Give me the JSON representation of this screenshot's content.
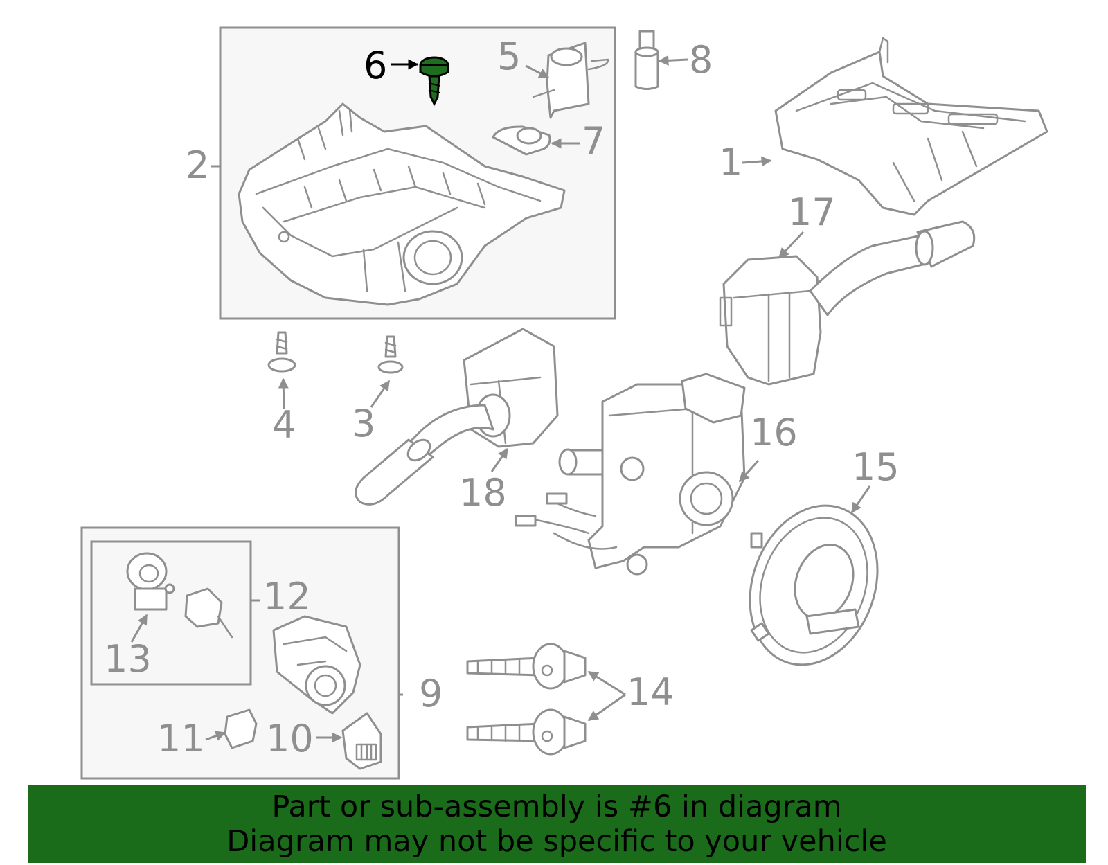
{
  "callouts": {
    "c1": "1",
    "c2": "2",
    "c3": "3",
    "c4": "4",
    "c5": "5",
    "c6": "6",
    "c7": "7",
    "c8": "8",
    "c9": "9",
    "c10": "10",
    "c11": "11",
    "c12": "12",
    "c13": "13",
    "c14": "14",
    "c15": "15",
    "c16": "16",
    "c17": "17",
    "c18": "18"
  },
  "highlighted_part": "6",
  "colors": {
    "highlight_part": "#1f6e1f",
    "banner_background": "#1a6b1a",
    "line_art": "#8f8f8f"
  },
  "banner": {
    "line1": "Part or sub-assembly is #6 in diagram",
    "line2": "Diagram may not be specific to your vehicle"
  }
}
